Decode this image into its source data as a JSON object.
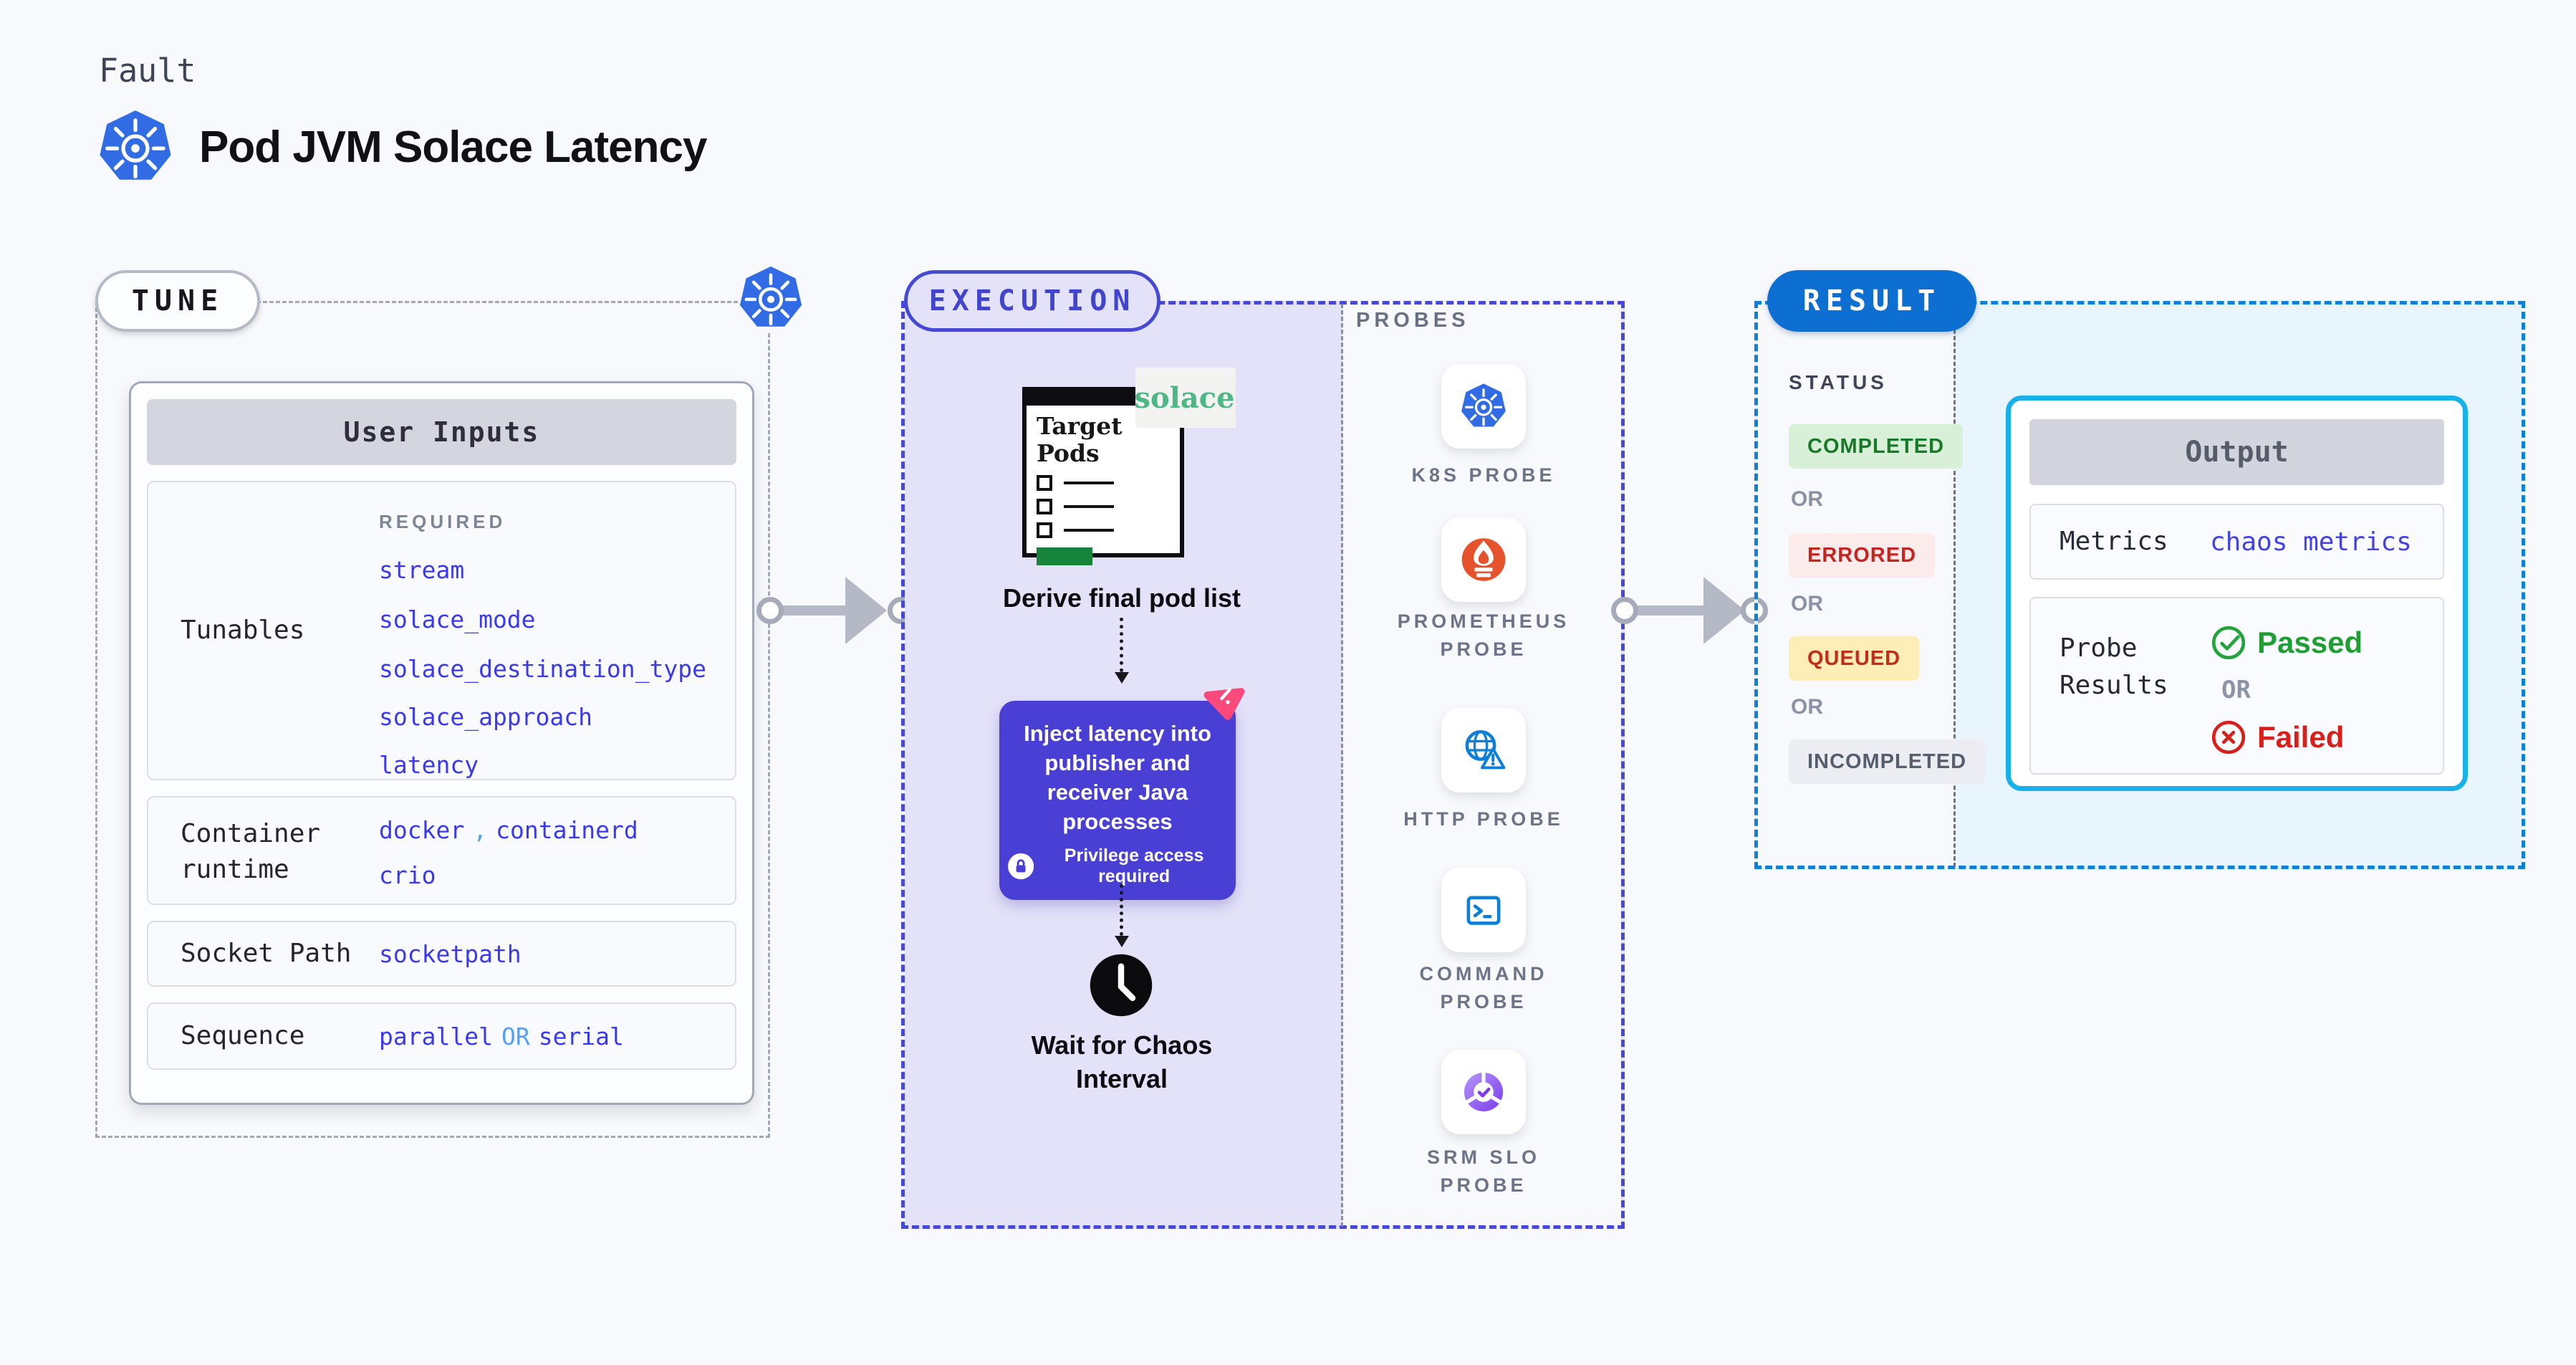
{
  "header": {
    "kicker": "Fault",
    "title": "Pod JVM Solace Latency"
  },
  "tune": {
    "pill": "TUNE",
    "card_title": "User Inputs",
    "tunables": {
      "label": "Tunables",
      "tag": "REQUIRED",
      "values": [
        "stream",
        "solace_mode",
        "solace_destination_type",
        "solace_approach",
        "latency"
      ]
    },
    "container_runtime": {
      "label": "Container runtime",
      "v1": "docker",
      "sep": ",",
      "v2": "containerd",
      "v3": "crio"
    },
    "socket_path": {
      "label": "Socket Path",
      "value": "socketpath"
    },
    "sequence": {
      "label": "Sequence",
      "v1": "parallel",
      "sep": "OR",
      "v2": "serial"
    }
  },
  "execution": {
    "pill": "EXECUTION",
    "window_title": "Target Pods",
    "solace_logo": "solace",
    "step1": "Derive final pod list",
    "inject_text": "Inject latency into publisher and receiver Java processes",
    "privilege_badge": "Privilege access required",
    "wait_text": "Wait for Chaos Interval"
  },
  "probes": {
    "heading": "PROBES",
    "items": [
      {
        "name": "K8S PROBE",
        "icon": "kubernetes-icon"
      },
      {
        "name": "PROMETHEUS PROBE",
        "icon": "prometheus-icon"
      },
      {
        "name": "HTTP PROBE",
        "icon": "http-globe-warning-icon"
      },
      {
        "name": "COMMAND PROBE",
        "icon": "terminal-icon"
      },
      {
        "name": "SRM SLO PROBE",
        "icon": "slo-donut-check-icon"
      }
    ]
  },
  "result": {
    "pill": "RESULT",
    "status_heading": "STATUS",
    "or": "OR",
    "statuses": [
      {
        "label": "COMPLETED",
        "kind": "completed"
      },
      {
        "label": "ERRORED",
        "kind": "errored"
      },
      {
        "label": "QUEUED",
        "kind": "queued"
      },
      {
        "label": "INCOMPLETED",
        "kind": "incompleted"
      }
    ],
    "output": {
      "title": "Output",
      "metrics_label": "Metrics",
      "metrics_value": "chaos metrics",
      "probe_results_label": "Probe Results",
      "passed": "Passed",
      "or": "OR",
      "failed": "Failed"
    }
  },
  "colors": {
    "accent-indigo": "#4649d1",
    "lavender": "#e4e2f9",
    "inject-bg": "#4a3fd4",
    "result-blue": "#0c6fd1",
    "cyan-bg": "#e8f5fc",
    "output-border": "#19b1e9",
    "value-blue": "#3a39ef",
    "value-lightblue": "#55a0f1",
    "k8s-blue": "#326ce5",
    "prometheus-orange": "#e6522c",
    "probe-blue": "#0d7fd6",
    "srm-purple": "#7c3bed",
    "chaos-pink": "#fb4a7b",
    "solace-green": "#4db886",
    "passed-green": "#1f9e33",
    "failed-red": "#d8201a"
  }
}
